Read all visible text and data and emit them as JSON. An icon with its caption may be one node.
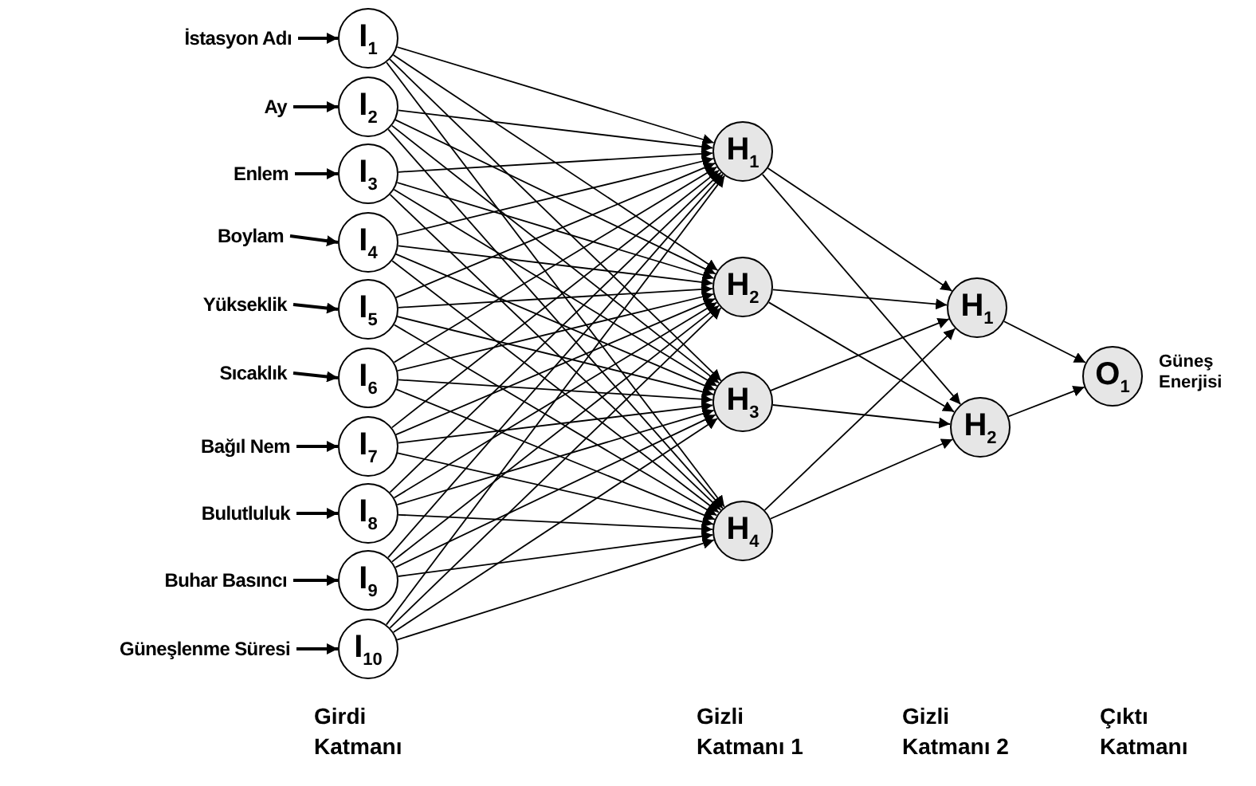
{
  "diagram": {
    "nodes": [
      {
        "text": [
          "İstasyon Adı"
        ]
      },
      {
        "text": [
          "Ay"
        ]
      },
      {
        "text": [
          "Enlem"
        ]
      },
      {
        "text": [
          "Boylam"
        ]
      },
      {
        "text": [
          "Yükseklik"
        ]
      },
      {
        "text": [
          "Sıcaklık"
        ]
      },
      {
        "text": [
          "Bağıl Nem"
        ]
      },
      {
        "text": [
          "Bulutluluk"
        ]
      },
      {
        "text": [
          "Buhar Basıncı"
        ]
      },
      {
        "text": [
          "Güneşlenme Süresi"
        ]
      },
      {
        "text": [
          "I$_{1}$"
        ]
      },
      {
        "text": [
          "I$_{2}$"
        ]
      },
      {
        "text": [
          "I$_{3}$"
        ]
      },
      {
        "text": [
          "I$_{4}$"
        ]
      },
      {
        "text": [
          "I$_{5}$"
        ]
      },
      {
        "text": [
          "I$_{6}$"
        ]
      },
      {
        "text": [
          "I$_{7}$"
        ]
      },
      {
        "text": [
          "I$_{8}$"
        ]
      },
      {
        "text": [
          "I$_{9}$"
        ]
      },
      {
        "text": [
          "I$_{10}$"
        ]
      },
      {
        "text": [
          "H$_{1}$"
        ]
      },
      {
        "text": [
          "H$_{2}$"
        ]
      },
      {
        "text": [
          "H$_{3}$"
        ]
      },
      {
        "text": [
          "H$_{4}$"
        ]
      },
      {
        "text": [
          "H$_{1}$"
        ]
      },
      {
        "text": [
          "H$_{2}$"
        ]
      },
      {
        "text": [
          "O$_{1}$"
        ],
        "beside": [
          "Güneş Enerjisi"
        ]
      }
    ],
    "edges": [
      {
        "from": 0,
        "to": 10,
        "arrow": "to"
      },
      {
        "from": 1,
        "to": 11,
        "arrow": "to"
      },
      {
        "from": 2,
        "to": 12,
        "arrow": "to"
      },
      {
        "from": 3,
        "to": 13,
        "arrow": "to"
      },
      {
        "from": 4,
        "to": 14,
        "arrow": "to"
      },
      {
        "from": 5,
        "to": 15,
        "arrow": "to"
      },
      {
        "from": 6,
        "to": 16,
        "arrow": "to"
      },
      {
        "from": 7,
        "to": 17,
        "arrow": "to"
      },
      {
        "from": 8,
        "to": 18,
        "arrow": "to"
      },
      {
        "from": 9,
        "to": 19,
        "arrow": "to"
      },
      {
        "from": 10,
        "to": 20,
        "arrow": "to"
      },
      {
        "from": 10,
        "to": 21,
        "arrow": "to"
      },
      {
        "from": 10,
        "to": 22,
        "arrow": "to"
      },
      {
        "from": 10,
        "to": 23,
        "arrow": "to"
      },
      {
        "from": 11,
        "to": 20,
        "arrow": "to"
      },
      {
        "from": 11,
        "to": 21,
        "arrow": "to"
      },
      {
        "from": 11,
        "to": 22,
        "arrow": "to"
      },
      {
        "from": 11,
        "to": 23,
        "arrow": "to"
      },
      {
        "from": 12,
        "to": 20,
        "arrow": "to"
      },
      {
        "from": 12,
        "to": 21,
        "arrow": "to"
      },
      {
        "from": 12,
        "to": 22,
        "arrow": "to"
      },
      {
        "from": 12,
        "to": 23,
        "arrow": "to"
      },
      {
        "from": 13,
        "to": 20,
        "arrow": "to"
      },
      {
        "from": 13,
        "to": 21,
        "arrow": "to"
      },
      {
        "from": 13,
        "to": 22,
        "arrow": "to"
      },
      {
        "from": 13,
        "to": 23,
        "arrow": "to"
      },
      {
        "from": 14,
        "to": 20,
        "arrow": "to"
      },
      {
        "from": 14,
        "to": 21,
        "arrow": "to"
      },
      {
        "from": 14,
        "to": 22,
        "arrow": "to"
      },
      {
        "from": 14,
        "to": 23,
        "arrow": "to"
      },
      {
        "from": 15,
        "to": 20,
        "arrow": "to"
      },
      {
        "from": 15,
        "to": 21,
        "arrow": "to"
      },
      {
        "from": 15,
        "to": 22,
        "arrow": "to"
      },
      {
        "from": 15,
        "to": 23,
        "arrow": "to"
      },
      {
        "from": 16,
        "to": 20,
        "arrow": "to"
      },
      {
        "from": 16,
        "to": 21,
        "arrow": "to"
      },
      {
        "from": 16,
        "to": 22,
        "arrow": "to"
      },
      {
        "from": 16,
        "to": 23,
        "arrow": "to"
      },
      {
        "from": 17,
        "to": 20,
        "arrow": "to"
      },
      {
        "from": 17,
        "to": 21,
        "arrow": "to"
      },
      {
        "from": 17,
        "to": 22,
        "arrow": "to"
      },
      {
        "from": 17,
        "to": 23,
        "arrow": "to"
      },
      {
        "from": 18,
        "to": 20,
        "arrow": "to"
      },
      {
        "from": 18,
        "to": 21,
        "arrow": "to"
      },
      {
        "from": 18,
        "to": 22,
        "arrow": "to"
      },
      {
        "from": 18,
        "to": 23,
        "arrow": "to"
      },
      {
        "from": 19,
        "to": 20,
        "arrow": "to"
      },
      {
        "from": 19,
        "to": 21,
        "arrow": "to"
      },
      {
        "from": 19,
        "to": 22,
        "arrow": "to"
      },
      {
        "from": 19,
        "to": 23,
        "arrow": "to"
      },
      {
        "from": 20,
        "to": 24,
        "arrow": "to"
      },
      {
        "from": 20,
        "to": 25,
        "arrow": "to"
      },
      {
        "from": 21,
        "to": 24,
        "arrow": "to"
      },
      {
        "from": 21,
        "to": 25,
        "arrow": "to"
      },
      {
        "from": 22,
        "to": 24,
        "arrow": "to"
      },
      {
        "from": 22,
        "to": 25,
        "arrow": "to"
      },
      {
        "from": 23,
        "to": 24,
        "arrow": "to"
      },
      {
        "from": 23,
        "to": 25,
        "arrow": "to"
      },
      {
        "from": 24,
        "to": 26,
        "arrow": "to"
      },
      {
        "from": 25,
        "to": 26,
        "arrow": "to"
      }
    ],
    "labels": [
      "Girdi Katmanı",
      "Gizli Katmanı 1",
      "Gizli Katmanı 2",
      "Çıktı Katmanı"
    ]
  }
}
